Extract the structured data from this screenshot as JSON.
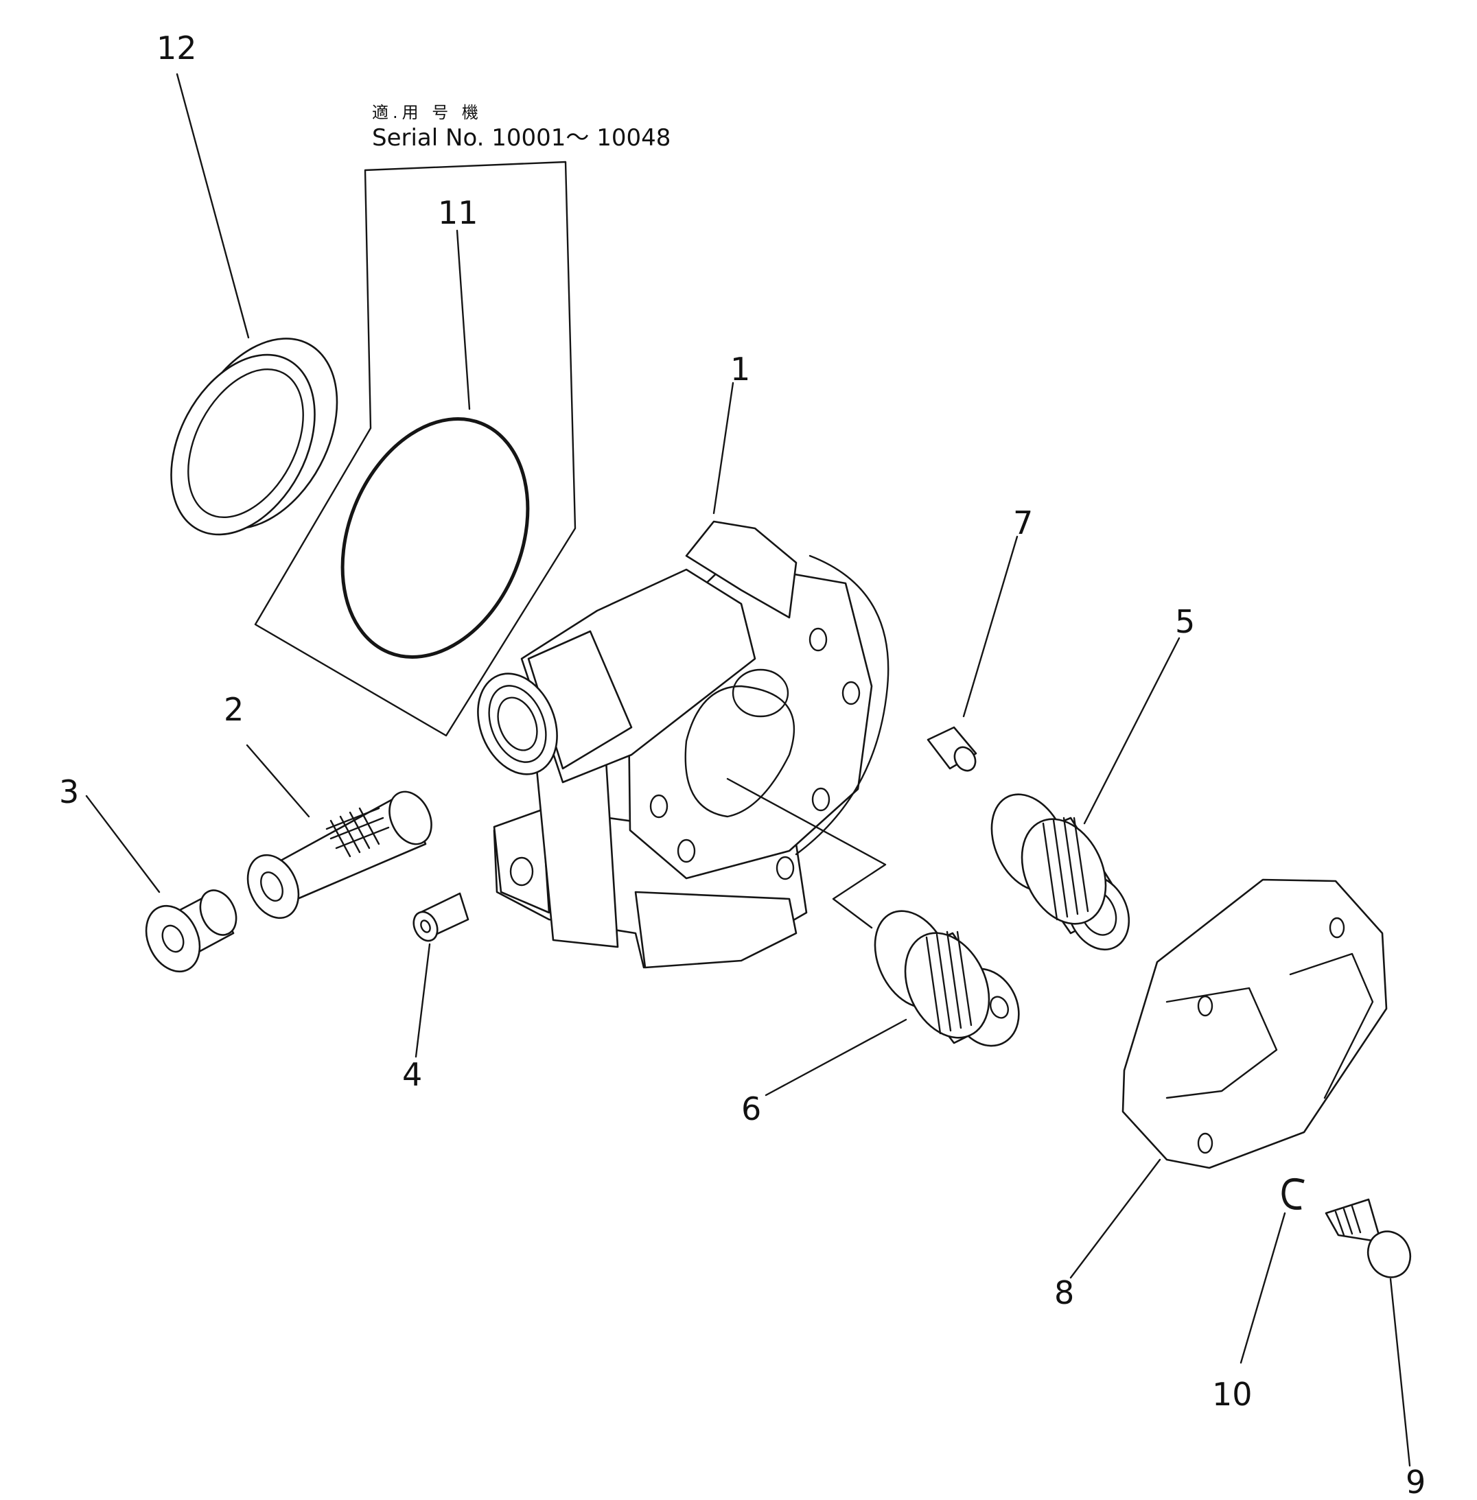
{
  "applicability_note": {
    "japanese": "適.用 号 機",
    "serial": "Serial No. 10001～ 10048"
  },
  "callouts": [
    {
      "id": "1",
      "label": "1"
    },
    {
      "id": "2",
      "label": "2"
    },
    {
      "id": "3",
      "label": "3"
    },
    {
      "id": "4",
      "label": "4"
    },
    {
      "id": "5",
      "label": "5"
    },
    {
      "id": "6",
      "label": "6"
    },
    {
      "id": "7",
      "label": "7"
    },
    {
      "id": "8",
      "label": "8"
    },
    {
      "id": "9",
      "label": "9"
    },
    {
      "id": "10",
      "label": "10"
    },
    {
      "id": "11",
      "label": "11"
    },
    {
      "id": "12",
      "label": "12"
    }
  ]
}
